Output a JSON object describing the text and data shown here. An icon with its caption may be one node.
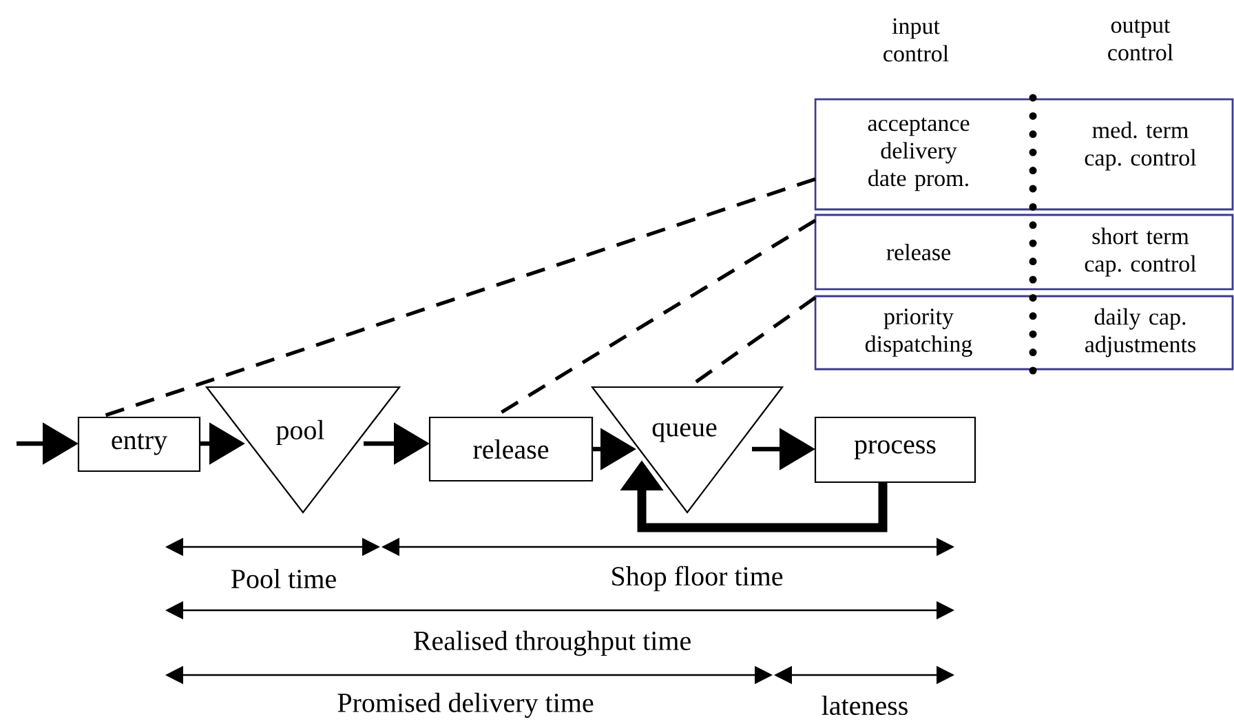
{
  "diagram": {
    "nodes": [
      {
        "text": [
          "entry"
        ]
      },
      {
        "text": [
          "pool"
        ]
      },
      {
        "text": [
          "release"
        ]
      },
      {
        "text": [
          "queue"
        ]
      },
      {
        "text": [
          "process"
        ]
      },
      {
        "text": [
          "acceptance delivery date prom.",
          "med. term cap. control"
        ]
      },
      {
        "text": [
          "release",
          "short term cap. control"
        ]
      },
      {
        "text": [
          "priority dispatching",
          "daily cap. adjustments"
        ]
      }
    ],
    "edges": [
      {
        "from": null,
        "to": 0,
        "arrow": "to"
      },
      {
        "from": 0,
        "to": 1,
        "arrow": "to"
      },
      {
        "from": 1,
        "to": 2,
        "arrow": "to"
      },
      {
        "from": 2,
        "to": 3,
        "arrow": "to"
      },
      {
        "from": 3,
        "to": 4,
        "arrow": "to"
      },
      {
        "from": 4,
        "to": 3,
        "arrow": "to",
        "style": "thick"
      },
      {
        "from": 5,
        "to": 0,
        "arrow": "none",
        "style": "dashed"
      },
      {
        "from": 6,
        "to": 2,
        "arrow": "none",
        "style": "dashed"
      },
      {
        "from": 7,
        "to": 3,
        "arrow": "none",
        "style": "dashed"
      }
    ],
    "labels": [
      "input control",
      "output control",
      "Pool time",
      "Shop floor time",
      "Realised throughput time",
      "Promised delivery time",
      "lateness"
    ]
  }
}
